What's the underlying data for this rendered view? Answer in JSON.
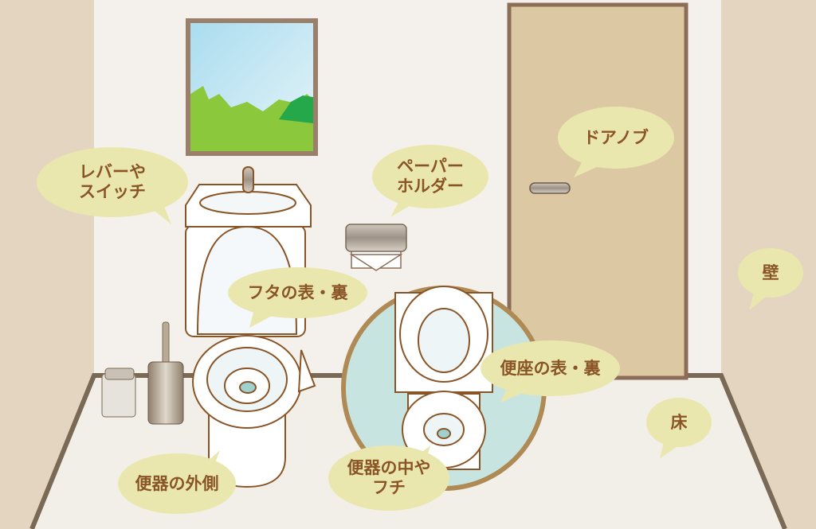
{
  "labels": {
    "lever": [
      "レバーや",
      "スイッチ"
    ],
    "paper": [
      "ペーパー",
      "ホルダー"
    ],
    "doorknob": "ドアノブ",
    "wall": "壁",
    "lid": "フタの表・裏",
    "seat": "便座の表・裏",
    "floor": "床",
    "outside": "便器の外側",
    "inside": [
      "便器の中や",
      "フチ"
    ]
  },
  "colors": {
    "bubble": "#e9e7ae",
    "text": "#8a5526",
    "wall": "#f4f1ec",
    "side_wall": "#e3d5c0",
    "door": "#dcc9a3",
    "inset": "#c8e4e0"
  }
}
